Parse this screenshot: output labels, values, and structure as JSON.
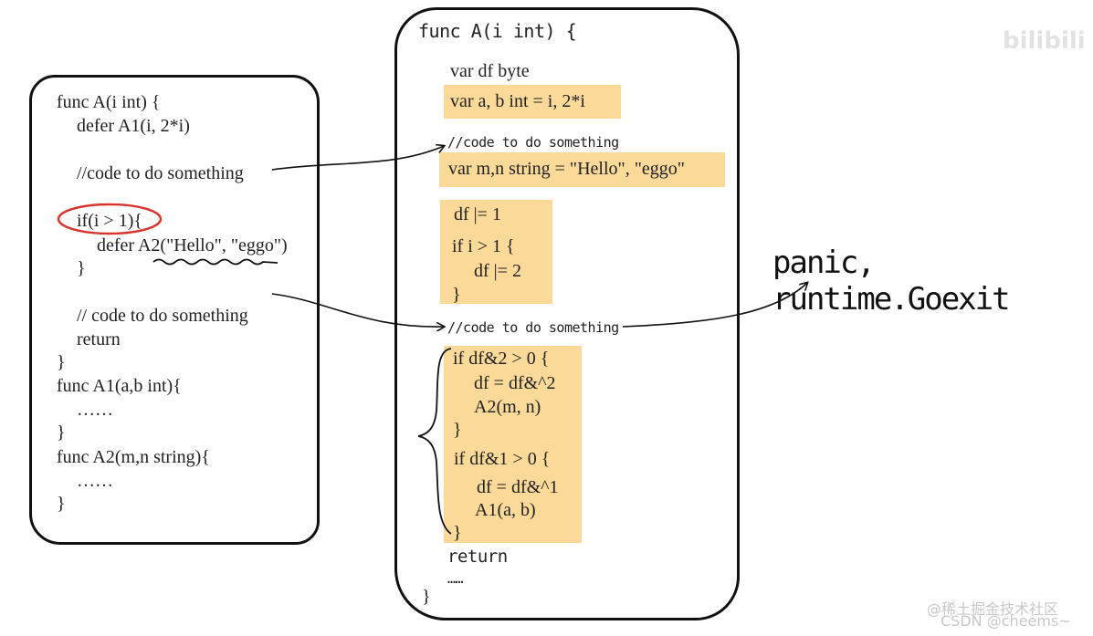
{
  "left_code": {
    "lines": [
      "func A(i int) {",
      "defer A1(i, 2*i)",
      "//code to do something",
      "if(i > 1){",
      "defer A2(\"Hello\", \"eggo\")",
      "}",
      "// code to do something",
      "return",
      "}",
      "func A1(a,b int){",
      "……",
      "}",
      "func A2(m,n string){",
      "……",
      "}"
    ]
  },
  "right_code": {
    "header": "func A(i int) {",
    "lines": [
      "var df byte",
      "var a, b int = i, 2*i",
      "//code to do something",
      "var m,n string = \"Hello\", \"eggo\"",
      "df |= 1",
      "if i > 1 {",
      "df |= 2",
      "}",
      "//code to do something",
      "if df&2 > 0 {",
      "df = df&^2",
      "A2(m, n)",
      "}",
      "if df&1 > 0 {",
      "df = df&^1",
      "A1(a, b)",
      "}",
      "return",
      "……",
      "}"
    ]
  },
  "annotation": {
    "panic_text": "panic, runtime.Goexit"
  },
  "watermarks": {
    "bottom_line1": "@稀土掘金技术社区",
    "bottom_line2": "CSDN @cheems~",
    "top_right": "bilibili"
  },
  "colors": {
    "highlight": "#fbd999",
    "ink": "#111111",
    "circle": "#d9342b"
  }
}
